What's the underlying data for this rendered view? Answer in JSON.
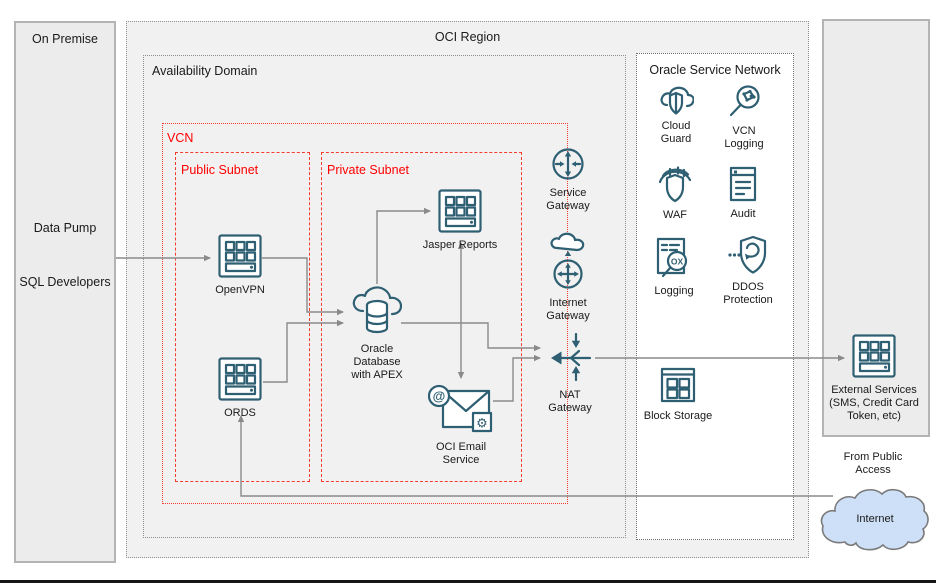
{
  "colors": {
    "accent_red": "#ff0000",
    "icon_teal": "#2e5f72",
    "connector_gray": "#8a8a8a",
    "cloud_blue": "#cde0f7",
    "box_gray": "#ececec"
  },
  "boxes": {
    "on_premise": {
      "title": "On Premise"
    },
    "oci_region": {
      "title": "OCI Region"
    },
    "availability_domain": {
      "title": "Availability Domain"
    },
    "oracle_service_network": {
      "title": "Oracle Service Network"
    },
    "vcn": {
      "title": "VCN"
    },
    "public_subnet": {
      "title": "Public Subnet"
    },
    "private_subnet": {
      "title": "Private Subnet"
    }
  },
  "on_premise_items": {
    "data_pump": "Data Pump",
    "sql_developers": "SQL Developers"
  },
  "nodes": {
    "openvpn": {
      "label": "OpenVPN"
    },
    "ords": {
      "label": "ORDS"
    },
    "jasper": {
      "label": "Jasper Reports"
    },
    "oracle_db": {
      "label": "Oracle Database with APEX"
    },
    "email": {
      "label": "OCI Email Service"
    },
    "service_gateway": {
      "label": "Service Gateway"
    },
    "internet_gateway": {
      "label": "Internet Gateway"
    },
    "nat_gateway": {
      "label": "NAT Gateway"
    },
    "cloud_guard": {
      "label": "Cloud Guard"
    },
    "vcn_logging": {
      "label": "VCN Logging"
    },
    "waf": {
      "label": "WAF"
    },
    "audit": {
      "label": "Audit"
    },
    "logging": {
      "label": "Logging"
    },
    "ddos": {
      "label": "DDOS Protection"
    },
    "block_storage": {
      "label": "Block Storage"
    },
    "external_services": {
      "label": "External Services (SMS, Credit Card Token, etc)"
    },
    "from_public_access": {
      "label": "From Public Access"
    },
    "internet_cloud": {
      "label": "Internet"
    }
  }
}
